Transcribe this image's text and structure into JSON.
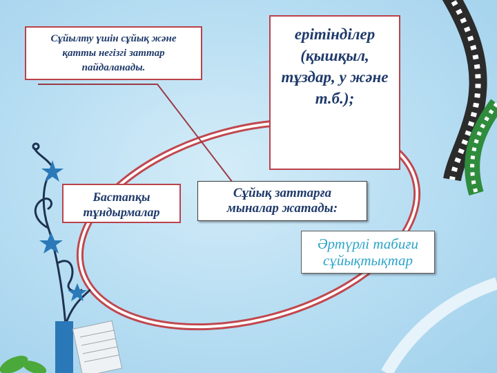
{
  "boxes": {
    "top_left": [
      "Сұйылту үшін сұйық және",
      "қатты негізгі заттар",
      "пайдаланады."
    ],
    "top_right": [
      "ерітінділер",
      "(қышқыл,",
      "тұздар, у және",
      "т.б.);"
    ],
    "bottom_left": [
      "Бастапқы",
      "тұндырмалар"
    ],
    "center": [
      "Сұйық заттарға",
      "мыналар жатады:"
    ],
    "bottom_right": [
      "Әртүрлі табиғи",
      "сұйықтықтар"
    ]
  },
  "colors": {
    "background": "#b6ddf2",
    "box_border": "#b9414a",
    "ring": "#c1474e",
    "text": "#1f3a6a",
    "accent_text": "#2aa3c8"
  }
}
